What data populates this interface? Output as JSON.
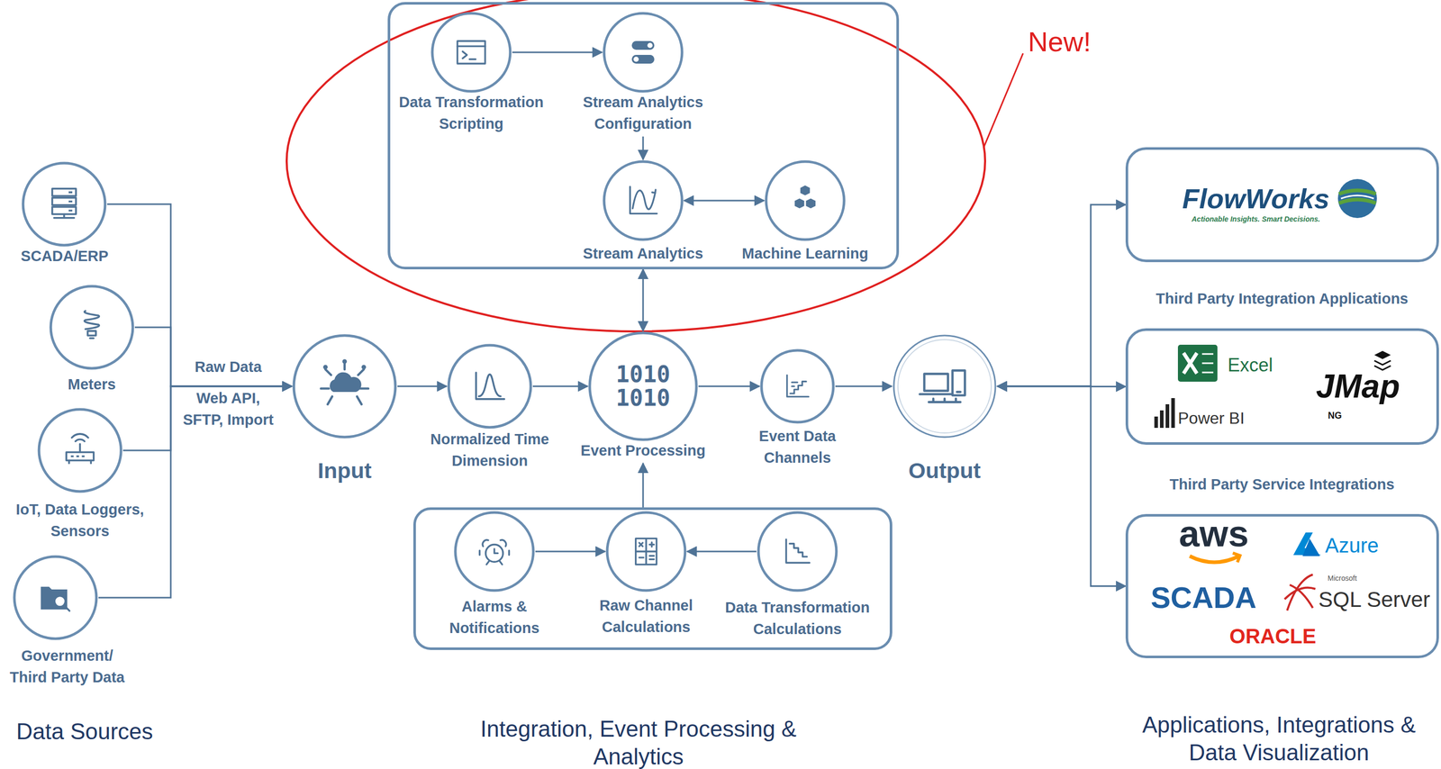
{
  "diagram": {
    "nodes": [
      {
        "text": [
          "SCADA/ERP"
        ]
      },
      {
        "text": [
          "Meters"
        ]
      },
      {
        "text": [
          "IoT, Data Loggers, Sensors"
        ]
      },
      {
        "text": [
          "Government/ Third Party Data"
        ]
      },
      {
        "text": []
      },
      {
        "text": [
          "Data Transformation Scripting"
        ],
        "in": 4
      },
      {
        "text": [
          "Stream Analytics Configuration"
        ],
        "in": 4
      },
      {
        "text": [
          "Stream Analytics"
        ],
        "in": 4
      },
      {
        "text": [
          "Machine Learning"
        ],
        "in": 4
      },
      {
        "text": [
          "Input"
        ]
      },
      {
        "text": [
          "Normalized Time Dimension"
        ]
      },
      {
        "text": [
          "1010 1010",
          "Event Processing"
        ]
      },
      {
        "text": [
          "Event Data Channels"
        ]
      },
      {
        "text": [
          "Output"
        ]
      },
      {
        "text": []
      },
      {
        "text": [
          "Alarms & Notifications"
        ],
        "in": 14
      },
      {
        "text": [
          "Raw Channel Calculations"
        ],
        "in": 14
      },
      {
        "text": [
          "Data Transformation Calculations"
        ],
        "in": 14
      },
      {
        "text": [
          "FlowWorks",
          "Actionable Insights. Smart Decisions."
        ]
      },
      {
        "text": [
          "Third Party Integration Applications",
          "Excel",
          "Power BI",
          "JMap",
          "NG"
        ]
      },
      {
        "text": [
          "Third Party Service Integrations",
          "aws",
          "Azure",
          "SCADA",
          "Microsoft",
          "SQL Server",
          "ORACLE"
        ]
      }
    ],
    "edges": [
      {
        "from": 0,
        "to": 9,
        "arrow": "to"
      },
      {
        "from": 1,
        "to": 9,
        "arrow": "to"
      },
      {
        "from": 2,
        "to": 9,
        "arrow": "to"
      },
      {
        "from": 3,
        "to": 9,
        "arrow": "to"
      },
      {
        "from": 5,
        "to": 6,
        "arrow": "to"
      },
      {
        "from": 6,
        "to": 7,
        "arrow": "to"
      },
      {
        "from": 7,
        "to": 8,
        "arrow": "both"
      },
      {
        "from": 4,
        "to": 11,
        "arrow": "both"
      },
      {
        "from": 9,
        "to": 10,
        "arrow": "to"
      },
      {
        "from": 10,
        "to": 11,
        "arrow": "to"
      },
      {
        "from": 11,
        "to": 12,
        "arrow": "to"
      },
      {
        "from": 12,
        "to": 13,
        "arrow": "to"
      },
      {
        "from": 15,
        "to": 16,
        "arrow": "to"
      },
      {
        "from": 17,
        "to": 16,
        "arrow": "to"
      },
      {
        "from": 14,
        "to": 11,
        "arrow": "to"
      },
      {
        "from": 13,
        "to": 18,
        "arrow": "both"
      },
      {
        "from": 13,
        "to": 19,
        "arrow": "both"
      },
      {
        "from": 13,
        "to": 20,
        "arrow": "both"
      }
    ],
    "labels": [
      "New!",
      "Raw Data",
      "Web API, SFTP, Import",
      "Data Sources",
      "Integration, Event Processing & Analytics",
      "Applications, Integrations & Data Visualization"
    ]
  }
}
